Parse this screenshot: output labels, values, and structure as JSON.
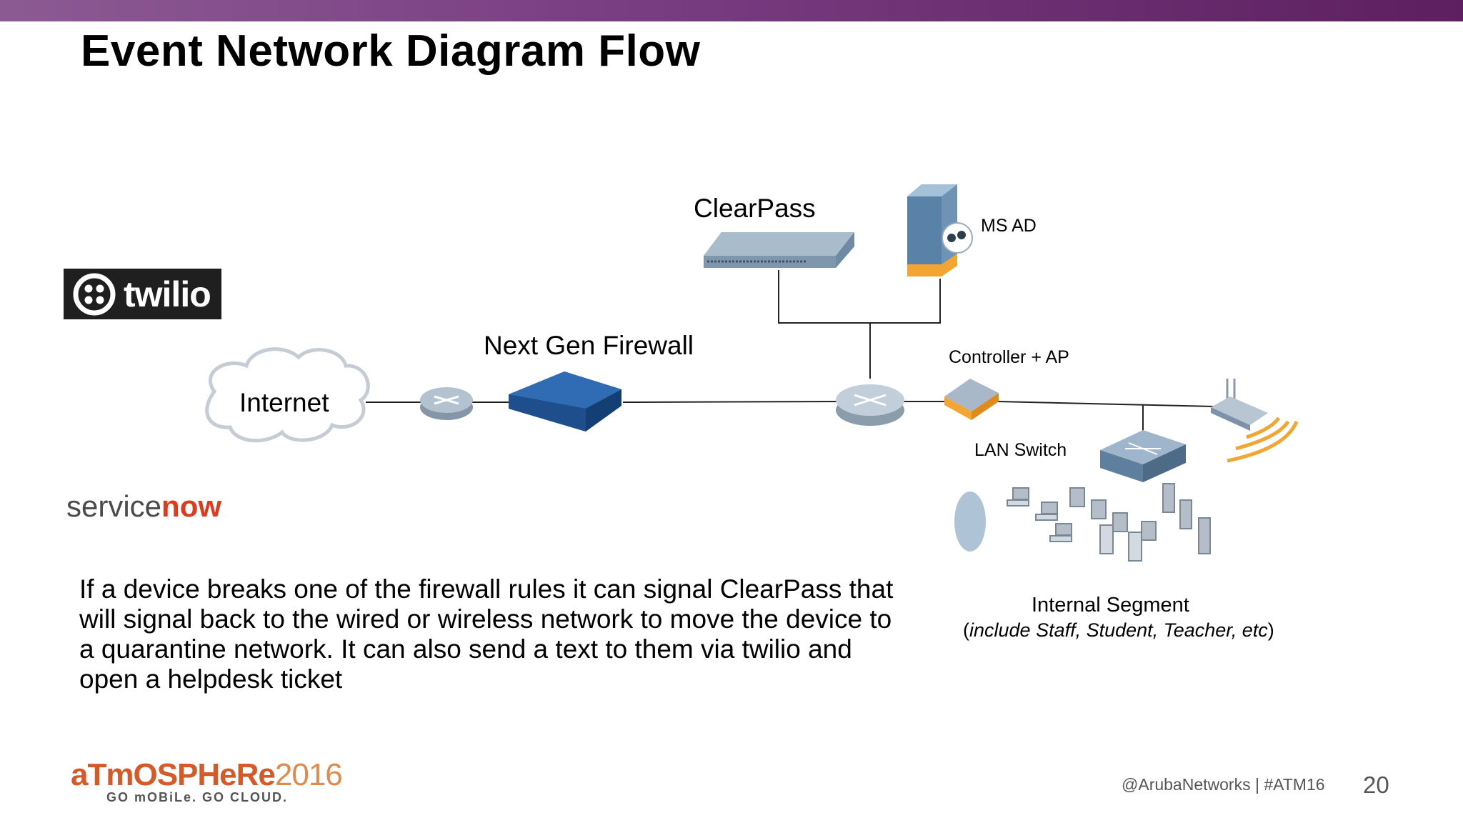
{
  "slide": {
    "title": "Event Network Diagram Flow",
    "page_number": "20",
    "footer_handle": "@ArubaNetworks | #ATM16"
  },
  "diagram": {
    "clearpass_label": "ClearPass",
    "msad_label": "MS AD",
    "firewall_label": "Next Gen Firewall",
    "internet_label": "Internet",
    "controller_label": "Controller + AP",
    "lan_switch_label": "LAN Switch",
    "internal_segment_label": "Internal Segment",
    "internal_segment_note_open": "(",
    "internal_segment_note": "include Staff, Student, Teacher, etc",
    "internal_segment_note_close": ")"
  },
  "logos": {
    "twilio": "twilio",
    "servicenow_a": "service",
    "servicenow_b": "now",
    "atmosphere_a": "aTmOSPHeRe",
    "atmosphere_year": "2016",
    "atmosphere_tagline": "GO mOBiLe. GO CLOUD."
  },
  "body_text": "If a device breaks one of the firewall rules it can signal ClearPass that will signal back to the wired or wireless network to move the device to a quarantine network. It can also send a text to them via twilio and open a helpdesk ticket",
  "colors": {
    "topbar": "#7a3f83",
    "device_blue": "#1e4f8c",
    "router_gray": "#a9b8c6",
    "accent_orange": "#f2a531",
    "servicenow_now": "#e03a1e",
    "atmosphere_orange": "#d65a28"
  }
}
